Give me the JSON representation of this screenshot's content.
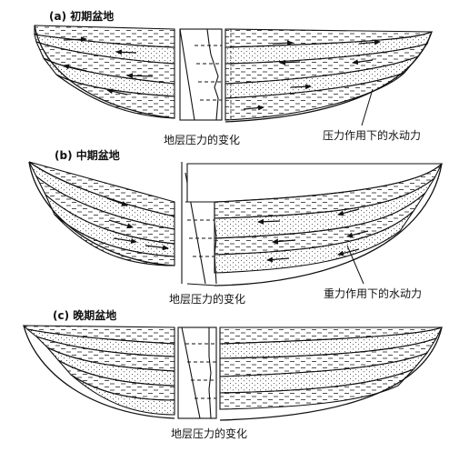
{
  "panels": [
    {
      "id": "a",
      "title": "(a) 初期盆地",
      "pressure_label": "地层压力的变化",
      "flow_label": "压力作用下的水动力"
    },
    {
      "id": "b",
      "title": "(b) 中期盆地",
      "pressure_label": "地层压力的变化",
      "flow_label": "重力作用下的水动力"
    },
    {
      "id": "c",
      "title": "(c) 晚期盆地",
      "pressure_label": "地层压力的变化"
    }
  ],
  "colors": {
    "ink": "#111111",
    "sand_dot": "#333333",
    "shale_dash": "#222222",
    "background": "#ffffff"
  }
}
